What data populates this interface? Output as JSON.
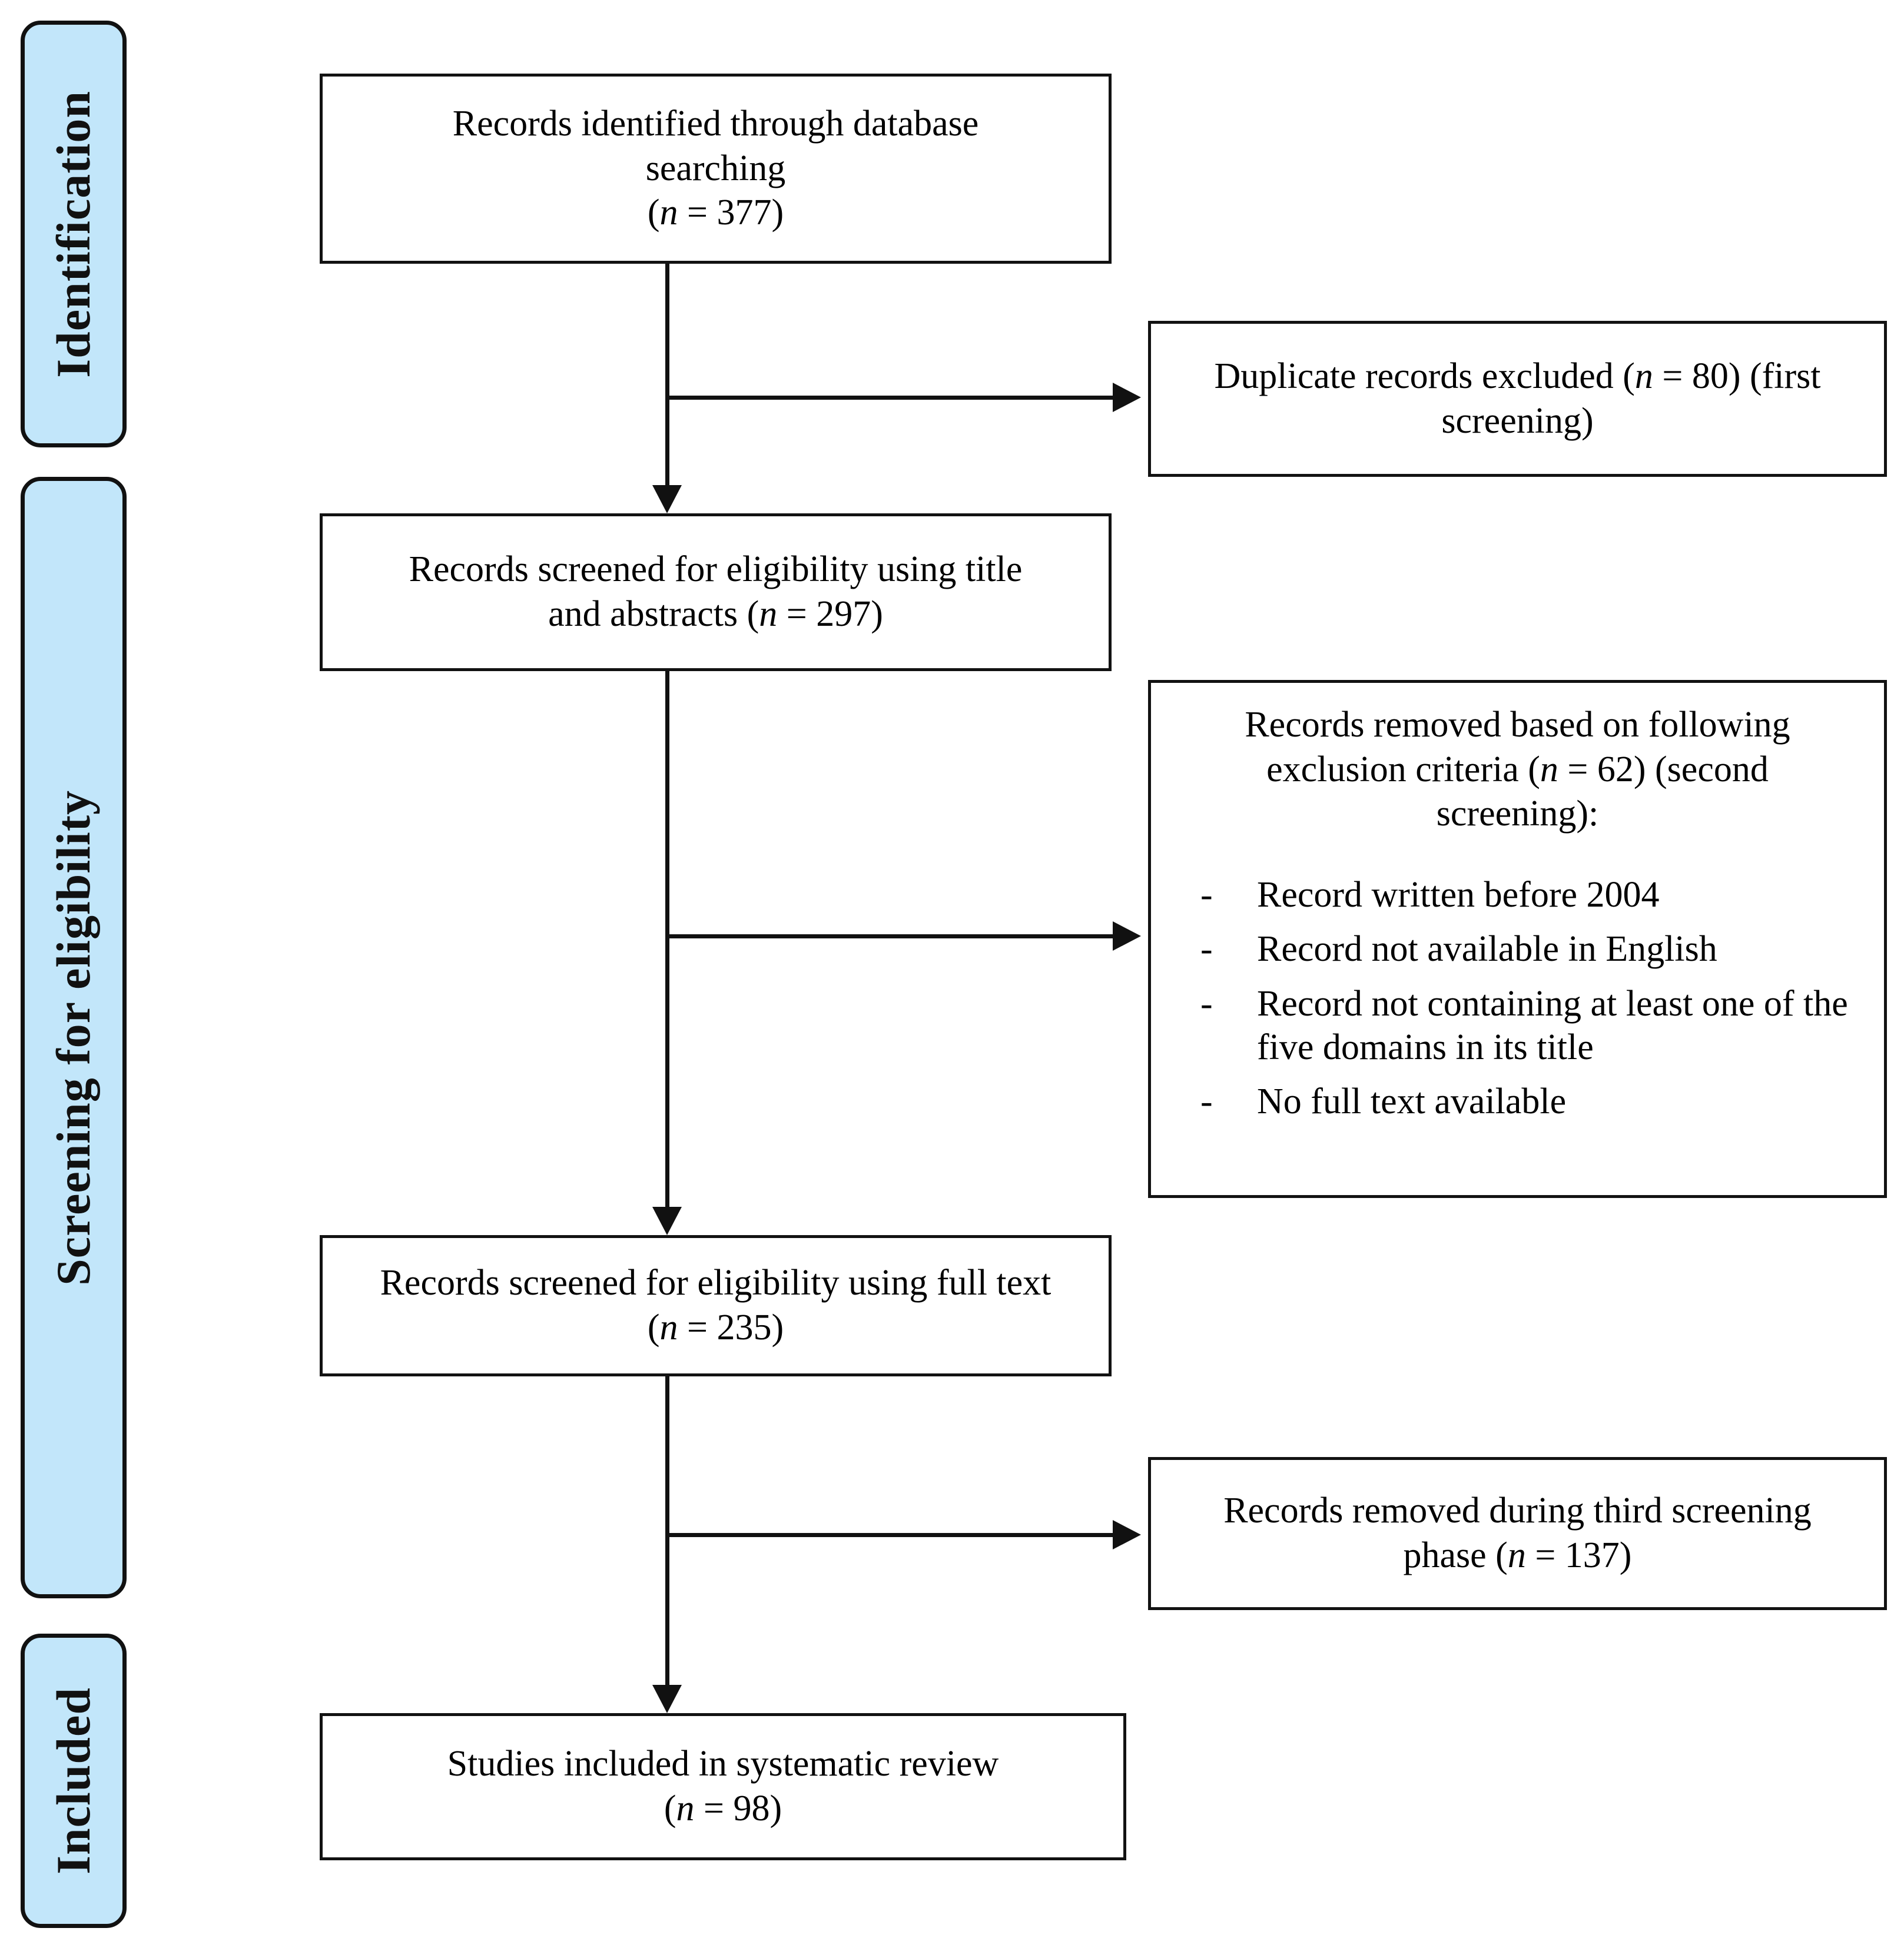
{
  "colors": {
    "stage_fill": "#c2e6fa",
    "stage_border": "#111111",
    "box_border": "#121212",
    "box_fill": "#ffffff",
    "connector": "#111111",
    "text": "#000000"
  },
  "stages": [
    {
      "label": "Identification"
    },
    {
      "label": "Screening for eligibility"
    },
    {
      "label": "Included"
    }
  ],
  "boxes": {
    "identified": {
      "line1": "Records identified through database",
      "line2": "searching",
      "n_open": "(",
      "n_symbol": "n",
      "n_eq": " = ",
      "n_value": "377",
      "n_close": ")"
    },
    "duplicates_excluded": {
      "line1_a": "Duplicate records excluded (",
      "n_symbol": "n",
      "n_eq": " = ",
      "n_value": "80",
      "line1_b": ") (first",
      "line2": "screening)"
    },
    "screened_title_abstract": {
      "line1": "Records screened for eligibility using title",
      "line2_a": "and abstracts (",
      "n_symbol": "n",
      "n_eq": " = ",
      "n_value": "297",
      "line2_b": ")"
    },
    "removed_exclusion_criteria": {
      "head_line1": "Records removed based on following",
      "head_line2_a": "exclusion criteria (",
      "n_symbol": "n",
      "n_eq": " = ",
      "n_value": "62",
      "head_line2_b": ") (second",
      "head_line3": "screening):",
      "bullet_marker": "-",
      "criteria": [
        "Record written before 2004",
        "Record not available in English",
        "Record not containing at least one of the five domains in its title",
        "No full text available"
      ]
    },
    "screened_full_text": {
      "line1": "Records screened for eligibility using full text",
      "n_open": "(",
      "n_symbol": "n",
      "n_eq": " = ",
      "n_value": "235",
      "n_close": ")"
    },
    "removed_third_phase": {
      "line1": "Records removed during third screening",
      "line2_a": "phase (",
      "n_symbol": "n",
      "n_eq": " = ",
      "n_value": "137",
      "line2_b": ")"
    },
    "included_studies": {
      "line1": "Studies included in systematic review",
      "n_open": "(",
      "n_symbol": "n",
      "n_eq": " = ",
      "n_value": "98",
      "n_close": ")"
    }
  }
}
